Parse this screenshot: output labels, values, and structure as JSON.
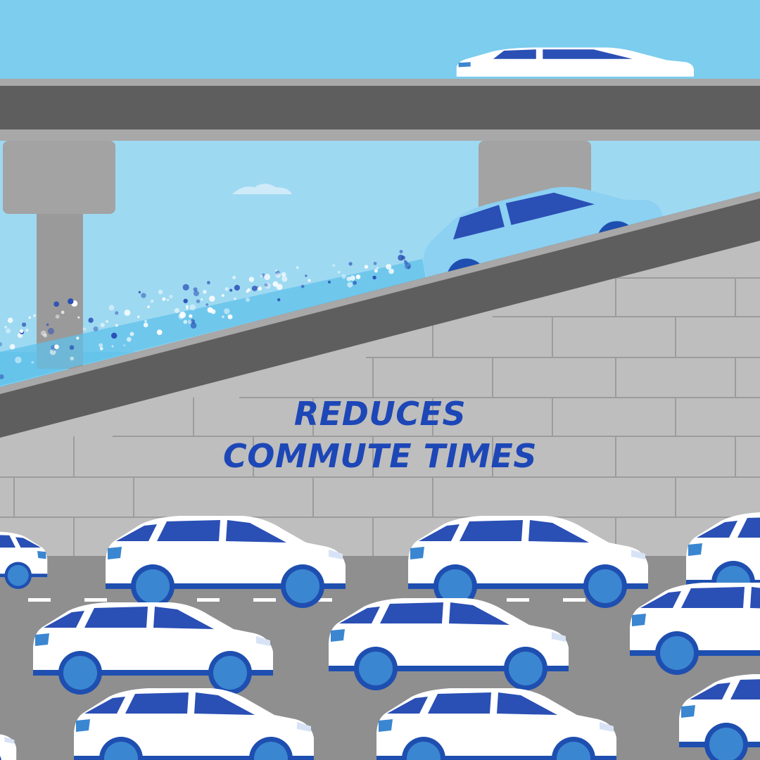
{
  "headline": {
    "line1": "REDUCES",
    "line2": "COMMUTE TIMES"
  },
  "colors": {
    "sky": "#7ccdee",
    "concrete": "#bebebe",
    "deck": "#5e5e5e",
    "road": "#8f8f8f",
    "car_body": "#ffffff",
    "car_accent": "#1e4fb0",
    "car_glass": "#2a4fb5",
    "wheel": "#3b86d1",
    "fast_car": "#8cd0f2",
    "text": "#1d47b7"
  },
  "icons": [
    "overpass",
    "ramp",
    "fast-car",
    "traffic-car",
    "speed-trail"
  ]
}
